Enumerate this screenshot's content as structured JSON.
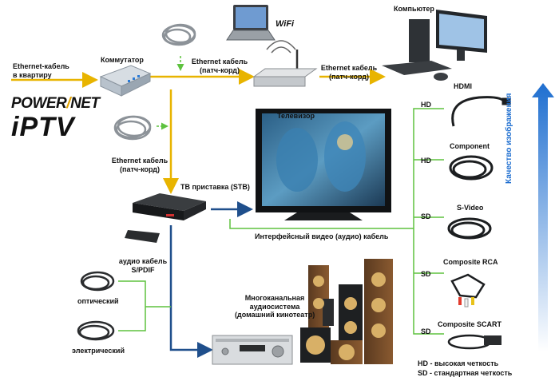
{
  "logo": {
    "brand_left": "POWER",
    "brand_right": "NET",
    "product": "iPTV"
  },
  "labels": {
    "ethernet_apartment": "Ethernet-кабель\nв квартиру",
    "switch": "Коммутатор",
    "patch_top": "Ethernet кабель\n(патч-корд)",
    "wifi": "WiFi",
    "patch_router": "Ethernet кабель\n(патч-корд)",
    "computer": "Компьютер",
    "patch_left": "Ethernet кабель\n(патч-корд)",
    "tv": "Телевизор",
    "stb": "ТВ приставка (STB)",
    "interface_cable": "Интерфейсный видео (аудио) кабель",
    "audio_cable": "аудио кабель\nS/PDIF",
    "optical": "оптический",
    "electric": "электрический",
    "home_theater": "Многоканальная\nаудиосистема\n(домашний кинотеатр)",
    "quality": "Качество изображения"
  },
  "cables": [
    {
      "name": "HDMI",
      "grade": "HD"
    },
    {
      "name": "Component",
      "grade": "HD"
    },
    {
      "name": "S-Video",
      "grade": "SD"
    },
    {
      "name": "Composite RCA",
      "grade": "SD"
    },
    {
      "name": "Composite SCART",
      "grade": "SD"
    }
  ],
  "legend": [
    "HD - высокая четкость",
    "SD - стандартная четкость"
  ],
  "colors": {
    "cable_line": "#5ec23f",
    "signal_arrow": "#e8b400",
    "video_arrow": "#1f4f8c",
    "quality_arrow": "#1f6fd0"
  }
}
